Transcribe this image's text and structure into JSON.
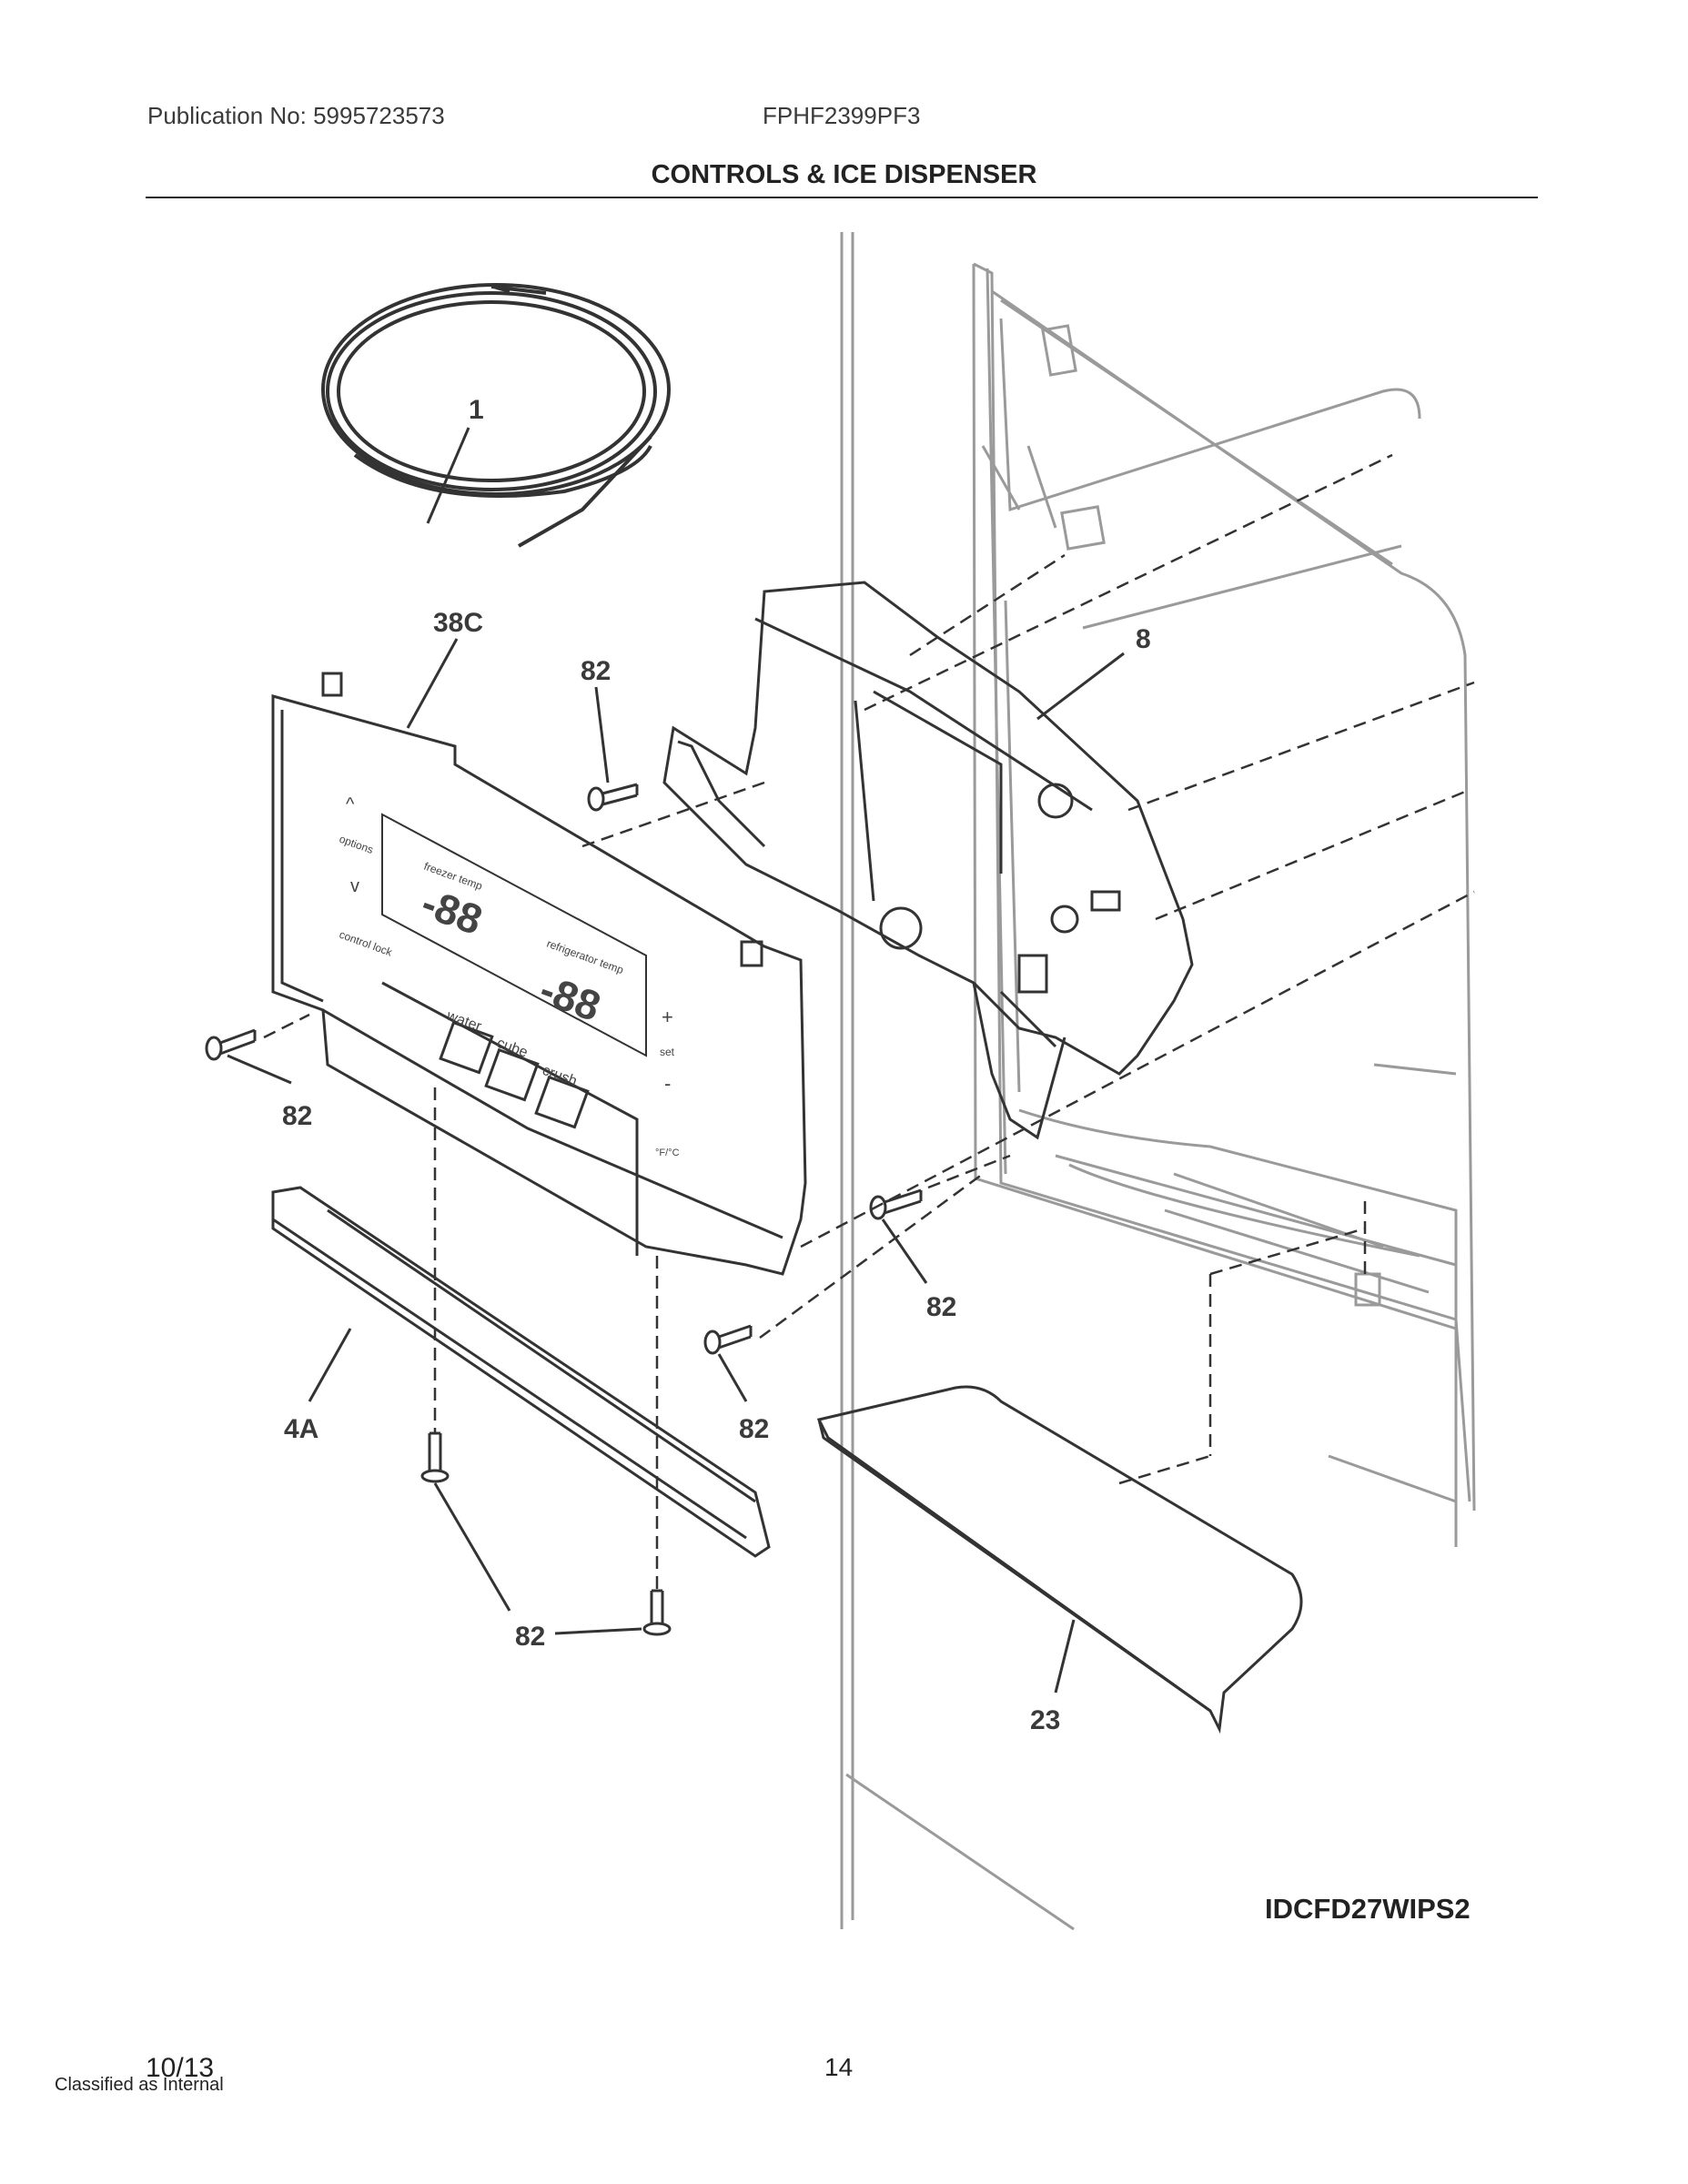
{
  "header": {
    "publication": "Publication No: 5995723573",
    "model": "FPHF2399PF3",
    "title": "CONTROLS & ICE DISPENSER"
  },
  "callouts": {
    "tubing": "1",
    "control_panel": "38C",
    "dispenser_housing": "8",
    "screw_top": "82",
    "screw_left": "82",
    "screw_right_upper": "82",
    "screw_right_lower": "82",
    "screw_bottom": "82",
    "trim": "4A",
    "drip_tray": "23"
  },
  "panel_labels": {
    "up": "^",
    "options": "options",
    "down": "v",
    "control_lock": "control lock",
    "freezer_temp": "freezer temp",
    "refrigerator_temp": "refrigerator temp",
    "digits_left": "-88",
    "digits_right": "-88",
    "water": "water",
    "cube": "cube",
    "crush": "crush",
    "plus": "+",
    "set": "set",
    "minus": "-",
    "units": "°F/°C"
  },
  "footer": {
    "reference": "IDCFD27WIPS2",
    "date": "10/13",
    "page": "14",
    "classification": "Classified as Internal"
  }
}
